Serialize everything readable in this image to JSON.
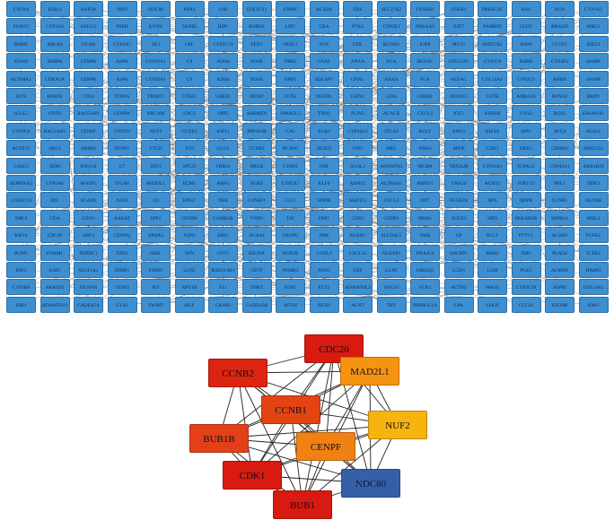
{
  "network": {
    "rows": [
      [
        "CNTN4",
        "EDIL3",
        "RAP2A",
        "PPID",
        "NDC80",
        "PBX1",
        "C8B",
        "COLEC11",
        "GNMT",
        "ACADS",
        "SDS",
        "SLC27A2",
        "TXNRD1",
        "FOLH1",
        "PRKSC2G",
        "HAL",
        "BGN",
        "CYP1A2"
      ],
      [
        "FOXO1",
        "CYP3A4",
        "SNF213",
        "PSPH",
        "KYNU",
        "NUP85",
        "HIP1",
        "ROBO1",
        "LIPC",
        "CBA",
        "PTK2",
        "CYP2E1",
        "PRKAA2",
        "E2F7",
        "FAM83D",
        "GLDC",
        "RRAGD",
        "MRC1"
      ],
      [
        "BHMT",
        "ABCB4",
        "ITGB8",
        "CYP3A7",
        "TK1",
        "LPL",
        "CYP2C19",
        "FEN1",
        "SPDL1",
        "FOS",
        "STIL",
        "KCNN2",
        "E2F8",
        "MT1G",
        "HSD17B2",
        "ASPH",
        "LYVE1",
        "KIF23"
      ],
      [
        "ENAH",
        "SNRPA",
        "CENPK",
        "ASPA",
        "CYP26A1",
        "C9",
        "ADH4",
        "FOSB",
        "NMI3",
        "GNAL",
        "ANXA",
        "FGA",
        "HGFAC",
        "COL15A1",
        "CYP2C9",
        "RHBB",
        "CYP4F2",
        "HAMP"
      ],
      [
        "KCNMA1",
        "CDKN2A",
        "CENPK",
        "ASPA",
        "CYP26A1",
        "C9",
        "ADH4",
        "FOSB",
        "NMI3",
        "SQGAP1",
        "GNAL",
        "ANXA",
        "FGA",
        "HGFAC",
        "COL15A1",
        "CYP2C9",
        "RHBB",
        "HAMP"
      ],
      [
        "DCN",
        "RDH16",
        "CD14",
        "TOP2A",
        "TRIM71",
        "GTSE1",
        "UBE2C",
        "MCM7",
        "FCN2",
        "OGDHL",
        "CEP41",
        "GDA",
        "GREB1",
        "HOXA3",
        "CSTB",
        "ADRA1A",
        "KPNA2",
        "BRIP1"
      ],
      [
        "IGLL5",
        "CPTB",
        "RACGAP1",
        "CENPW",
        "NRCAM",
        "GPC3",
        "OIP5",
        "AMDHD1",
        "SPARCL1",
        "TDO2",
        "PLIN2",
        "ACACB",
        "CXCL2",
        "IGF1",
        "ADH1B",
        "GYS2",
        "RGS2",
        "KIAA0101"
      ],
      [
        "CYP2C8",
        "RACGAP1",
        "CENPF",
        "CNTN3",
        "NUF2",
        "CCNE2",
        "KIF11",
        "PPP1R3B",
        "CA2",
        "EGR3",
        "CYP2A13",
        "ITGA9",
        "ACLY",
        "ENO3",
        "KIF4A",
        "SPP2",
        "RFC4",
        "ACSL1"
      ],
      [
        "ACOT12",
        "ARG1",
        "ARRB1",
        "DUSP1",
        "FTCD",
        "JUN",
        "GLUL",
        "CCNB2",
        "NCAPG",
        "ATAD2",
        "CPS1",
        "HRG",
        "ANK3",
        "APOF",
        "CDK1",
        "DKK1",
        "CHRM3",
        "HMGCS2"
      ],
      [
        "CASC5",
        "XDH",
        "KIF15A",
        "C7",
        "ATF3",
        "SPC25",
        "THBS1",
        "MELK",
        "CYR61",
        "OAT",
        "SGOL2",
        "ADAMTS1",
        "MCM8",
        "TBXA2R",
        "CTNNA3",
        "IGFALS",
        "CYP4A11",
        "AKR1B10"
      ],
      [
        "SERPINA5",
        "CYP2A6",
        "MASP1",
        "ITGA6",
        "MAD2L1",
        "ECM1",
        "AHSG",
        "EGR2",
        "CYP2A7",
        "KLF4",
        "ADH1C",
        "ALDH4A1",
        "RHNO1",
        "GNA14",
        "AGXT2",
        "P2RY13",
        "PRC1",
        "NEK2"
      ],
      [
        "COLEC10",
        "ID1",
        "ACADL",
        "NAT2",
        "C6",
        "RPS27",
        "NEB",
        "LONRF1",
        "CLU",
        "SPIDR",
        "AKR1C3",
        "CXCL6",
        "DPT",
        "FCGR2B",
        "HPX",
        "QDPR",
        "CCNB1",
        "ALDOB"
      ],
      [
        "SMC4",
        "CDA",
        "GINS1",
        "AADAT",
        "SPP1",
        "CENPH",
        "CAMK2B",
        "VNN1",
        "TAT",
        "FBP1",
        "CDH1",
        "CNDP1",
        "RRM2",
        "SOCS3",
        "HPD",
        "PRKAR2B",
        "HSPB11",
        "MBL2"
      ],
      [
        "KIF14",
        "CDC20",
        "ART4",
        "CENPQ",
        "EPHA3",
        "ASPG",
        "EBS1",
        "ACAA1",
        "CENPU",
        "PBK",
        "KLKB1",
        "SLCO4C1",
        "HBB",
        "CP",
        "RCL1",
        "PTTG1",
        "ACSM3",
        "FGFR2"
      ],
      [
        "PGM1",
        "FOXM1",
        "DEPDC1",
        "EZH2",
        "DSEL",
        "SFN",
        "GOT1",
        "KIF20A",
        "BUB1B",
        "LOXL2",
        "CXCL12",
        "NUSAP1",
        "DNAJC6",
        "SHCBP1",
        "MSH2",
        "JDP2",
        "PLAC8",
        "TCEB1"
      ],
      [
        "IDO2",
        "A1BG",
        "SULT1A1",
        "EPHB1",
        "FABP1",
        "LCN2",
        "RAD51AP1",
        "CETP",
        "PSMB4",
        "ANO1",
        "CRP",
        "LCAT",
        "UBE2Q1",
        "LGSN",
        "LUM",
        "PCK1",
        "ACMSD",
        "HABP2"
      ],
      [
        "CYP2B6",
        "AKR1D1",
        "DUSP16",
        "CD163",
        "IGJ",
        "NPY1R",
        "F11",
        "INMT",
        "EGR1",
        "ECT2",
        "ADAMTSL2",
        "SOCS3",
        "FCN3",
        "ACTN2",
        "HAO2",
        "CYP2C18",
        "ASPM",
        "COL14A1"
      ],
      [
        "EBF1",
        "ADAMTS13",
        "GADD45A",
        "GLS2",
        "ZWINT",
        "HGF",
        "CKAP2",
        "GADD45B",
        "MT1H",
        "BUB1",
        "AGXT",
        "TKT",
        "PPARGC1A",
        "LPA",
        "LDLR",
        "CCL20",
        "KIF18B",
        "KMO"
      ]
    ]
  },
  "hub": {
    "nodes": [
      {
        "id": "CDC20",
        "label": "CDC20",
        "color": "#d81a10"
      },
      {
        "id": "CCNB2",
        "label": "CCNB2",
        "color": "#dc2410"
      },
      {
        "id": "MAD2L1",
        "label": "MAD2L1",
        "color": "#f59412"
      },
      {
        "id": "CCNB1",
        "label": "CCNB1",
        "color": "#e34412"
      },
      {
        "id": "BUB1B",
        "label": "BUB1B",
        "color": "#e3401a"
      },
      {
        "id": "NUF2",
        "label": "NUF2",
        "color": "#f7b40f"
      },
      {
        "id": "CENPF",
        "label": "CENPF",
        "color": "#f28113"
      },
      {
        "id": "CDK1",
        "label": "CDK1",
        "color": "#d81a10"
      },
      {
        "id": "NDC80",
        "label": "NDC80",
        "color": "#3560a8"
      },
      {
        "id": "BUB1",
        "label": "BUB1",
        "color": "#d81a10"
      }
    ]
  }
}
